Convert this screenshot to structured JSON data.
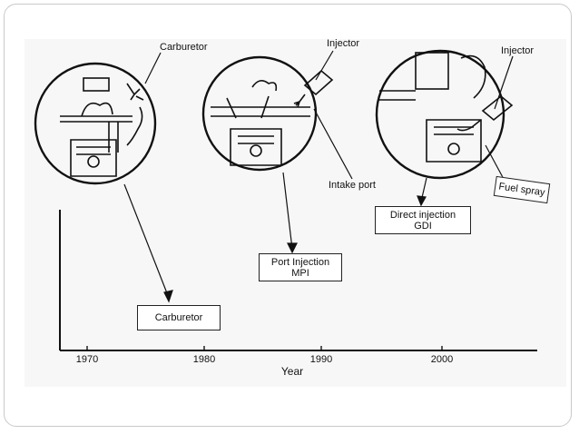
{
  "diagram": {
    "panels": [
      {
        "callouts": [
          "Carburetor"
        ],
        "box_lines": [
          "Carburetor"
        ]
      },
      {
        "callouts": [
          "Injector",
          "Intake port"
        ],
        "box_lines": [
          "Port Injection",
          "MPI"
        ]
      },
      {
        "callouts": [
          "Injector",
          "Fuel spray"
        ],
        "box_lines": [
          "Direct injection",
          "GDI"
        ]
      }
    ],
    "axis": {
      "ticks": [
        "1970",
        "1980",
        "1990",
        "2000"
      ],
      "label": "Year"
    }
  }
}
